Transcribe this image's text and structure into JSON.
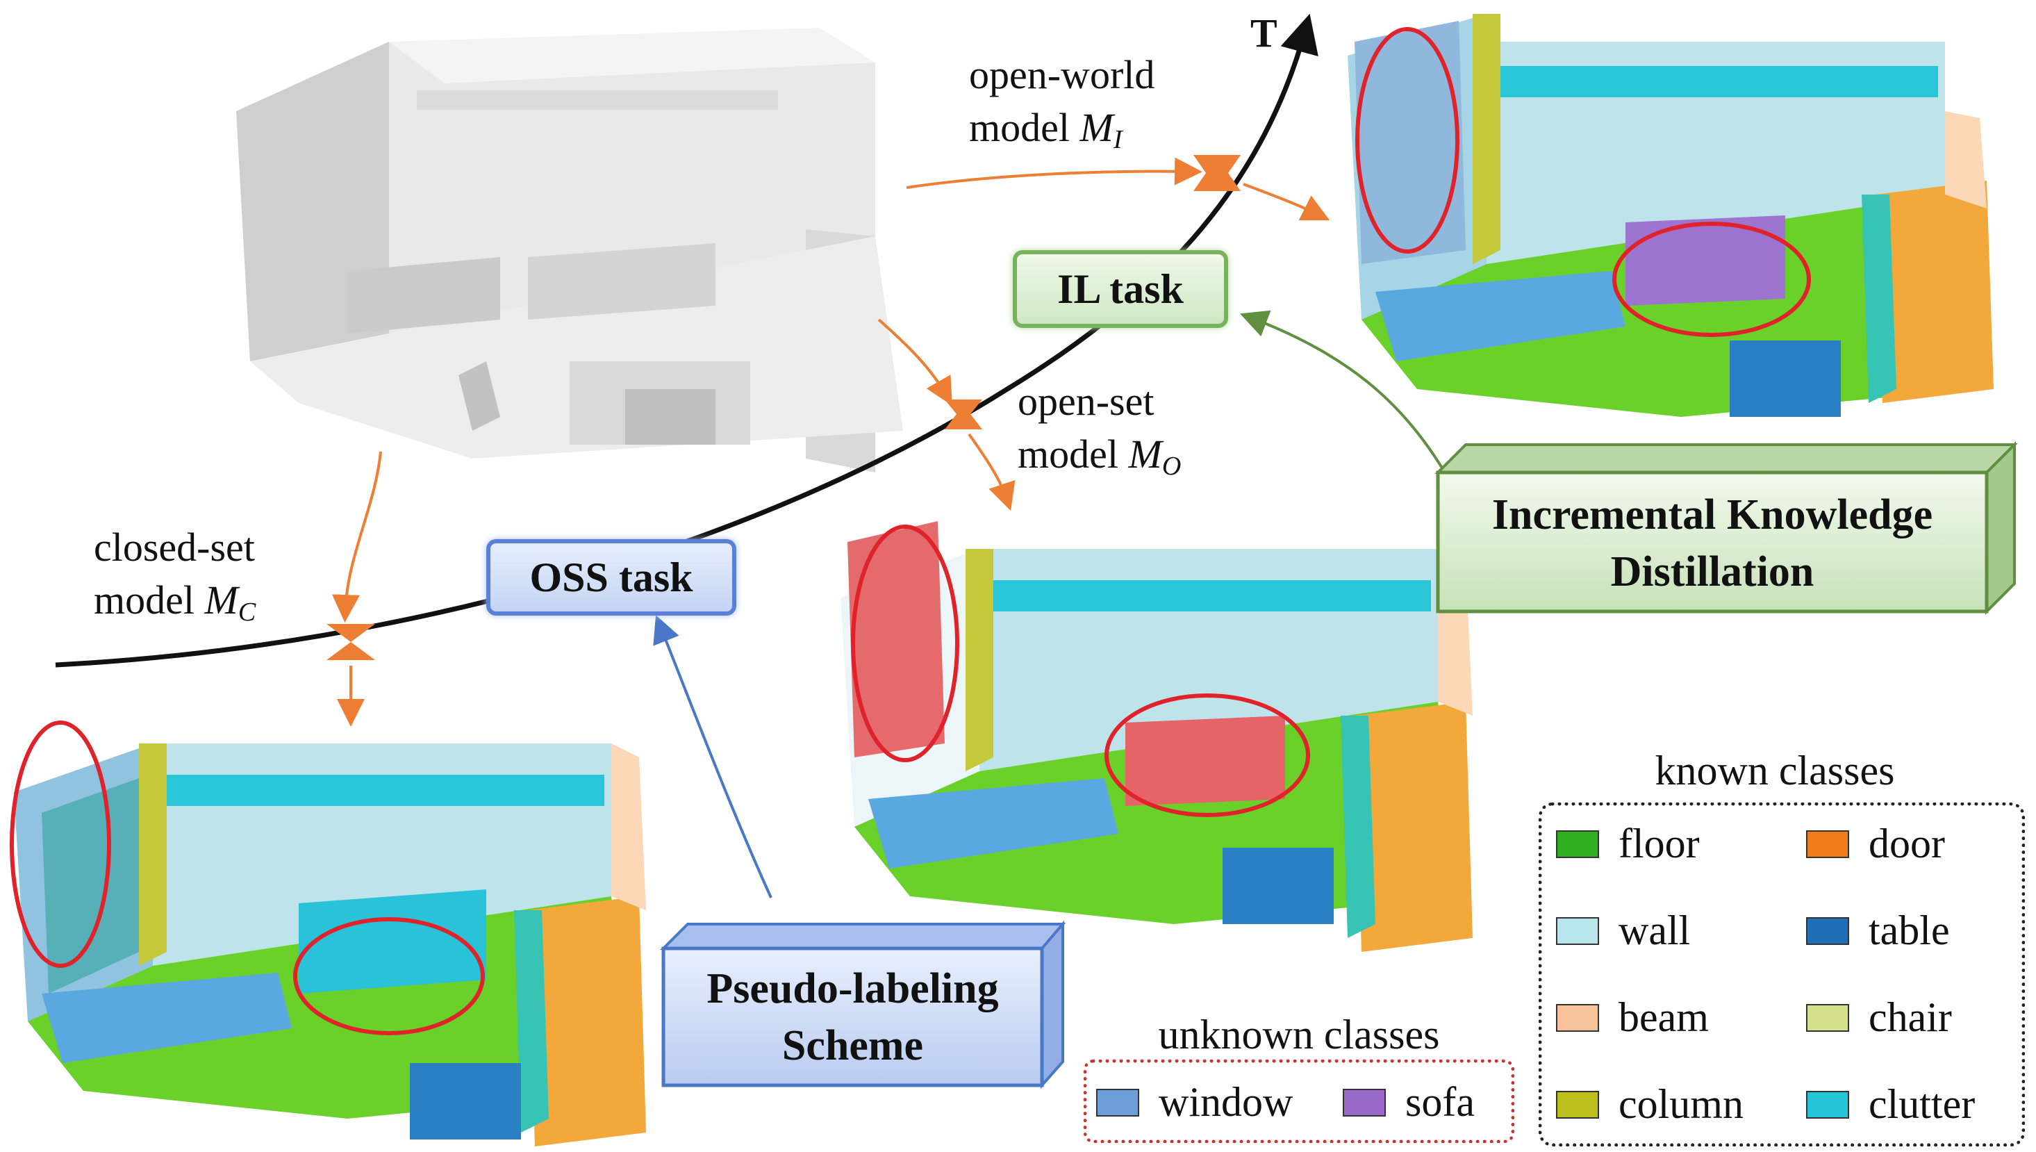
{
  "time_axis_label": "T",
  "models": {
    "closed": {
      "line1": "closed-set",
      "line2": "model",
      "symbol": "M",
      "sub": "C"
    },
    "open_set": {
      "line1": "open-set",
      "line2": "model",
      "symbol": "M",
      "sub": "O"
    },
    "open_world": {
      "line1": "open-world",
      "line2": "model",
      "symbol": "M",
      "sub": "I"
    }
  },
  "tasks": {
    "oss": "OSS task",
    "il": "IL task"
  },
  "boxes": {
    "pseudo": {
      "line1": "Pseudo-labeling",
      "line2": "Scheme"
    },
    "ikd": {
      "line1": "Incremental Knowledge",
      "line2": "Distillation"
    }
  },
  "legend": {
    "known_title": "known classes",
    "unknown_title": "unknown classes",
    "known": [
      {
        "label": "floor",
        "color": "#2fae1e"
      },
      {
        "label": "door",
        "color": "#f07c1c"
      },
      {
        "label": "wall",
        "color": "#b9e6ec"
      },
      {
        "label": "table",
        "color": "#1f6fb6"
      },
      {
        "label": "beam",
        "color": "#f8c39a"
      },
      {
        "label": "chair",
        "color": "#d6e08a"
      },
      {
        "label": "column",
        "color": "#bdbf1c"
      },
      {
        "label": "clutter",
        "color": "#22c4d6"
      }
    ],
    "unknown": [
      {
        "label": "window",
        "color": "#6d9ed9"
      },
      {
        "label": "sofa",
        "color": "#9a68c8"
      }
    ]
  },
  "colors": {
    "orange_arrow": "#ee7e34",
    "green_arrow": "#5f8f3f",
    "blue_arrow": "#4a78c8",
    "highlight_red": "#e0222a",
    "unknown_red": "#e0585a"
  }
}
